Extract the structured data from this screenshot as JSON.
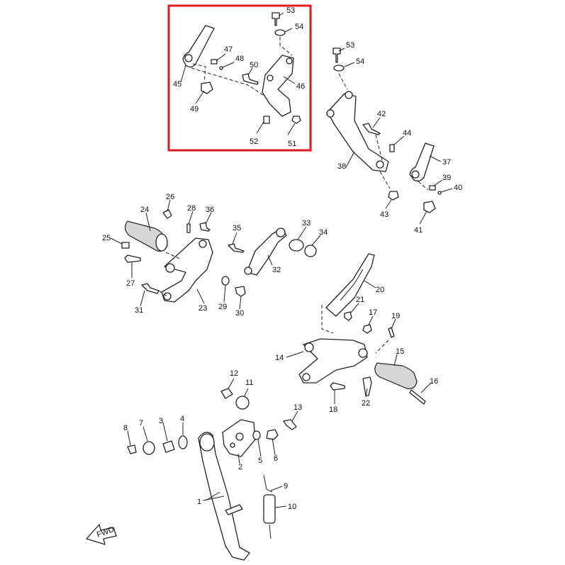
{
  "highlight_color": "#e01b24",
  "fwd_label": "FWD",
  "labels": {
    "p1": "1",
    "p2": "2",
    "p3": "3",
    "p4": "4",
    "p5": "5",
    "p6": "6",
    "p7": "7",
    "p8": "8",
    "p9": "9",
    "p10": "10",
    "p11": "11",
    "p12": "12",
    "p13": "13",
    "p14": "14",
    "p15": "15",
    "p16": "16",
    "p17": "17",
    "p18": "18",
    "p19": "19",
    "p20": "20",
    "p21": "21",
    "p22": "22",
    "p23": "23",
    "p24": "24",
    "p25": "25",
    "p26": "26",
    "p27": "27",
    "p28": "28",
    "p29": "29",
    "p30": "30",
    "p31": "31",
    "p32": "32",
    "p33": "33",
    "p34": "34",
    "p35": "35",
    "p36": "36",
    "p37": "37",
    "p38": "38",
    "p39": "39",
    "p40": "40",
    "p41": "41",
    "p42": "42",
    "p43": "43",
    "p44": "44",
    "p45": "45",
    "p46": "46",
    "p47": "47",
    "p48": "48",
    "p49": "49",
    "p50": "50",
    "p51": "51",
    "p52": "52",
    "p53a": "53",
    "p54a": "54",
    "p53b": "53",
    "p54b": "54"
  }
}
